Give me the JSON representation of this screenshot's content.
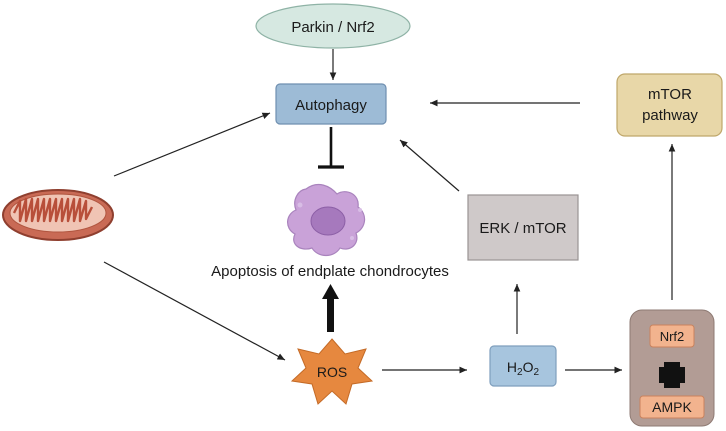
{
  "nodes": {
    "parkin_nrf2": {
      "label": "Parkin / Nrf2",
      "fill": "#d6e8e1",
      "stroke": "#8fb3a6"
    },
    "autophagy": {
      "label": "Autophagy",
      "fill": "#9dbbd6",
      "stroke": "#6f8fb0"
    },
    "mtor_pathway": {
      "line1": "mTOR",
      "line2": "pathway",
      "fill": "#e8d7a8",
      "stroke": "#bfa76a"
    },
    "erk_mtor": {
      "label": "ERK / mTOR",
      "fill": "#cfc9c9",
      "stroke": "#9a9494"
    },
    "apoptosis": {
      "label": "Apoptosis of endplate chondrocytes"
    },
    "ros": {
      "label": "ROS",
      "fill": "#e6883f",
      "stroke": "#c46a26"
    },
    "h2o2": {
      "label_main": "H",
      "sub1": "2",
      "label_mid": "O",
      "sub2": "2",
      "fill": "#a7c5de",
      "stroke": "#7f9fbd"
    },
    "nrf2_ampk": {
      "top_label": "Nrf2",
      "plus": "+",
      "bottom_label": "AMPK",
      "fill": "#b29c95",
      "inner_fill": "#f2b38e"
    }
  },
  "icons": {
    "mitochondrion": "mitochondrion-icon",
    "chondrocyte": "apoptotic-cell-icon"
  },
  "colors": {
    "arrow": "#222222",
    "cell_fill": "#c9a2d8",
    "cell_nucleus": "#a679bd",
    "mito_outer": "#c96a55",
    "mito_inner": "#f0c4b4"
  }
}
